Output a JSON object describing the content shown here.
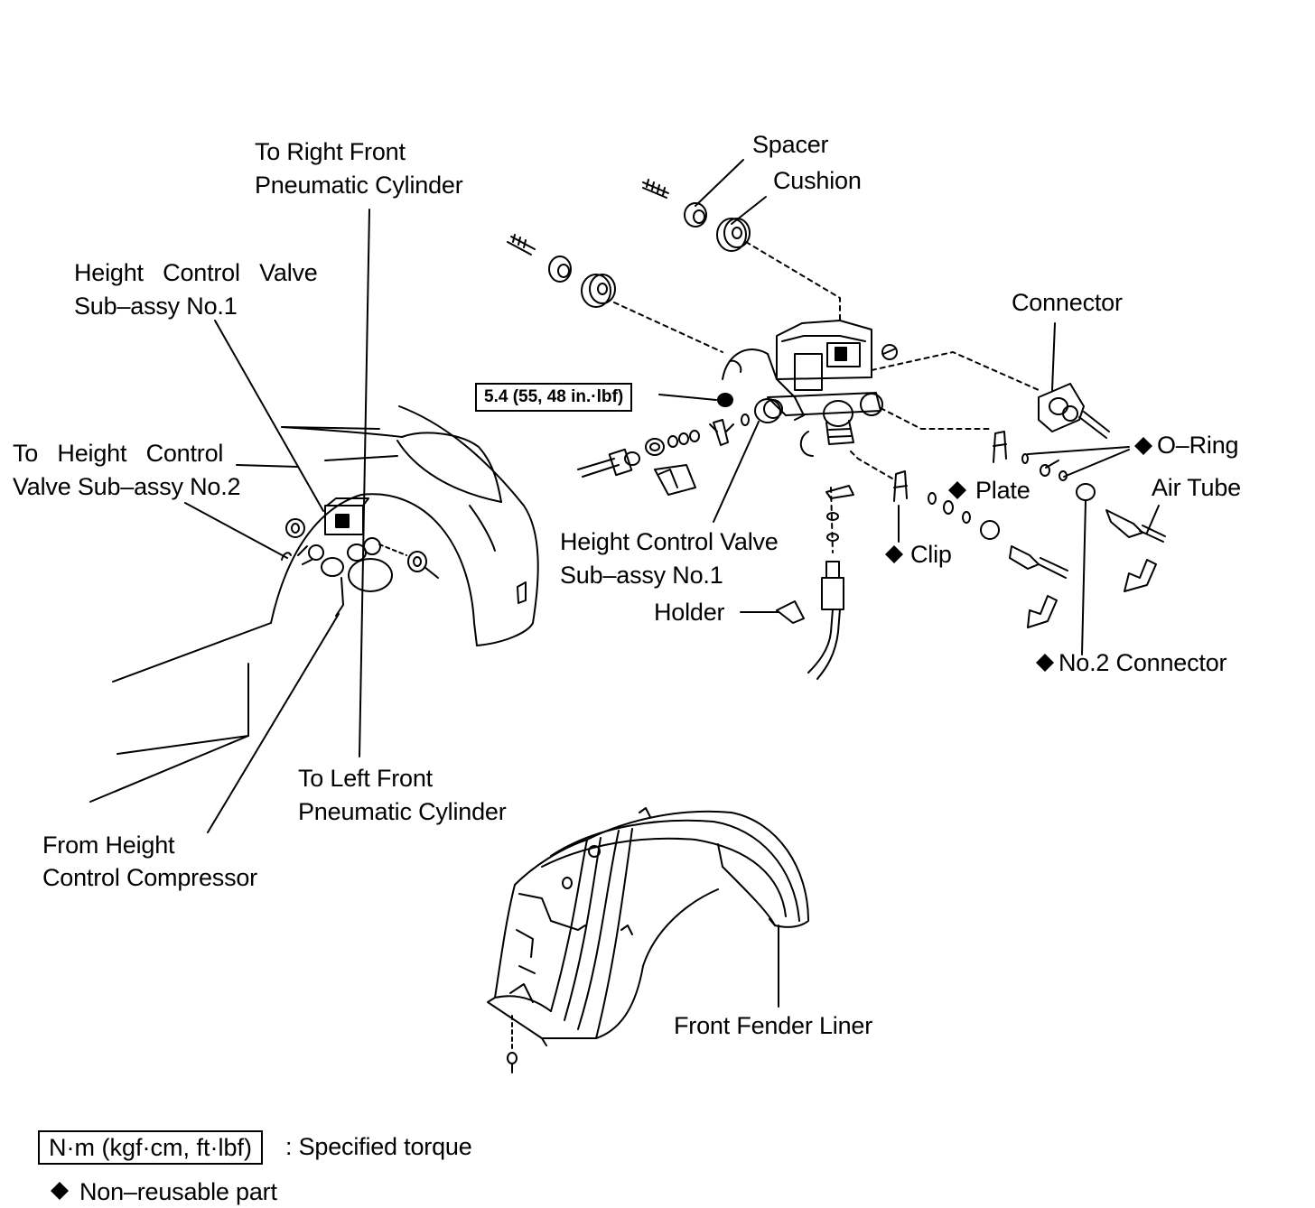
{
  "labels": {
    "to_right_front_1": "To Right Front",
    "to_right_front_2": "Pneumatic Cylinder",
    "spacer": "Spacer",
    "cushion": "Cushion",
    "hcv_no1_a_1": "Height  Control  Valve",
    "hcv_no1_a_2": "Sub–assy No.1",
    "connector": "Connector",
    "torque_value": "5.4 (55, 48 in.·lbf)",
    "to_hcv_no2_1": "To  Height  Control",
    "to_hcv_no2_2": "Valve Sub–assy No.2",
    "o_ring": "O–Ring",
    "plate": "Plate",
    "air_tube": "Air Tube",
    "hcv_no1_b_1": "Height Control Valve",
    "hcv_no1_b_2": "Sub–assy No.1",
    "clip": "Clip",
    "holder": "Holder",
    "no2_connector": "No.2 Connector",
    "to_left_front_1": "To Left Front",
    "to_left_front_2": "Pneumatic Cylinder",
    "from_compressor_1": "From Height",
    "from_compressor_2": "Control Compressor",
    "front_fender_liner": "Front Fender Liner",
    "diamond": "◆"
  },
  "legend": {
    "torque_unit": "N·m (kgf·cm, ft·lbf)",
    "torque_desc": ": Specified torque",
    "non_reusable": "Non–reusable part"
  },
  "icons": {
    "non_reusable_marker": "diamond-icon"
  }
}
